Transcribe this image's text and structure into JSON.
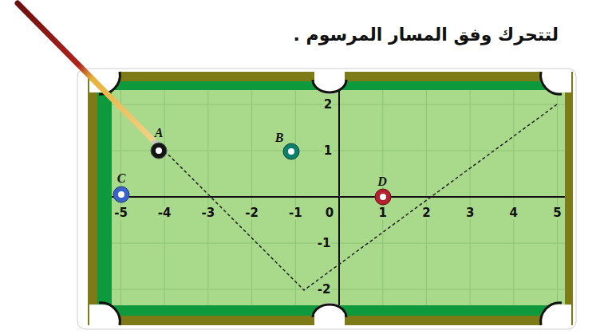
{
  "diagram": {
    "labels": [
      "لتتحرك وفق المسار المرسوم .",
      "A",
      "B",
      "C",
      "D",
      "-5",
      "-4",
      "-3",
      "-2",
      "-1",
      "0",
      "1",
      "2",
      "3",
      "4",
      "5",
      "2",
      "1",
      "-1",
      "-2"
    ]
  }
}
